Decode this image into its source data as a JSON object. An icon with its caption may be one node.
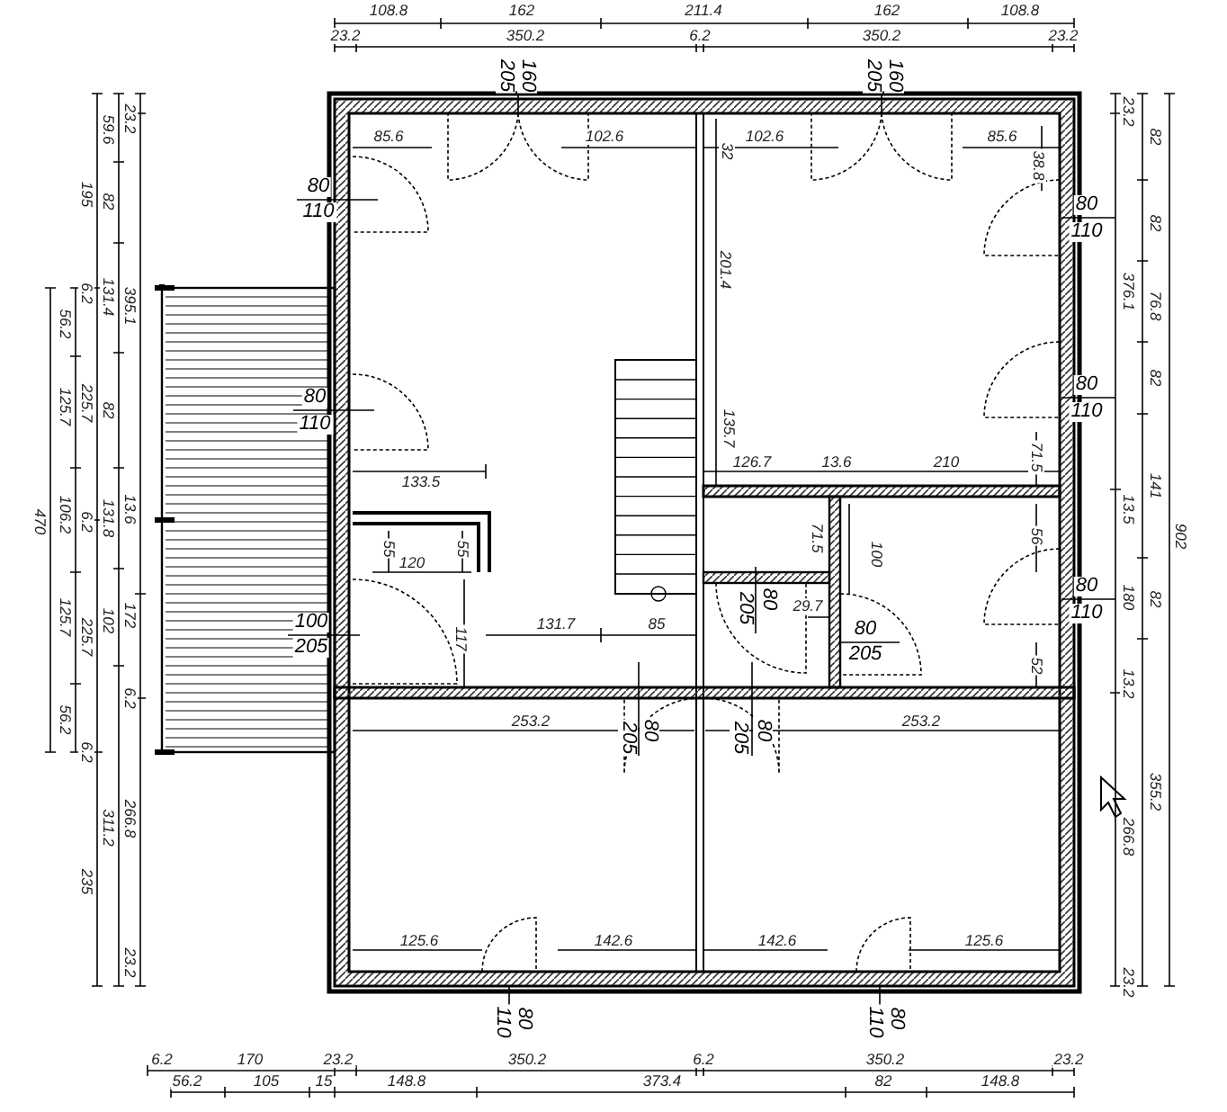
{
  "diagram": {
    "labels": [
      "108.8",
      "162",
      "211.4",
      "162",
      "108.8",
      "23.2",
      "350.2",
      "6.2",
      "350.2",
      "23.2",
      "205",
      "160",
      "205",
      "160",
      "23.2",
      "395.1",
      "13.6",
      "172",
      "6.2",
      "266.8",
      "23.2",
      "59.6",
      "82",
      "131.4",
      "82",
      "131.8",
      "102",
      "311.2",
      "195",
      "6.2",
      "225.7",
      "6.2",
      "225.7",
      "6.2",
      "235",
      "56.2",
      "125.7",
      "106.2",
      "125.7",
      "56.2",
      "470",
      "85.6",
      "102.6",
      "102.6",
      "85.6",
      "38.8",
      "32",
      "80",
      "110",
      "201.4",
      "80",
      "110",
      "80",
      "110",
      "80",
      "110",
      "135.7",
      "126.7",
      "13.6",
      "210",
      "71.5",
      "133.5",
      "71.5",
      "100",
      "56",
      "55",
      "120",
      "55",
      "80",
      "110",
      "205",
      "80",
      "29.7",
      "100",
      "205",
      "131.7",
      "85",
      "117",
      "80",
      "205",
      "52",
      "253.2",
      "205",
      "80",
      "205",
      "80",
      "253.2",
      "125.6",
      "142.6",
      "142.6",
      "125.6",
      "110",
      "80",
      "110",
      "80",
      "23.2",
      "376.1",
      "13.5",
      "180",
      "13.2",
      "266.8",
      "23.2",
      "82",
      "82",
      "76.8",
      "82",
      "141",
      "82",
      "355.2",
      "902",
      "6.2",
      "170",
      "23.2",
      "350.2",
      "6.2",
      "350.2",
      "23.2",
      "56.2",
      "105",
      "15",
      "148.8",
      "373.4",
      "82",
      "148.8"
    ]
  }
}
